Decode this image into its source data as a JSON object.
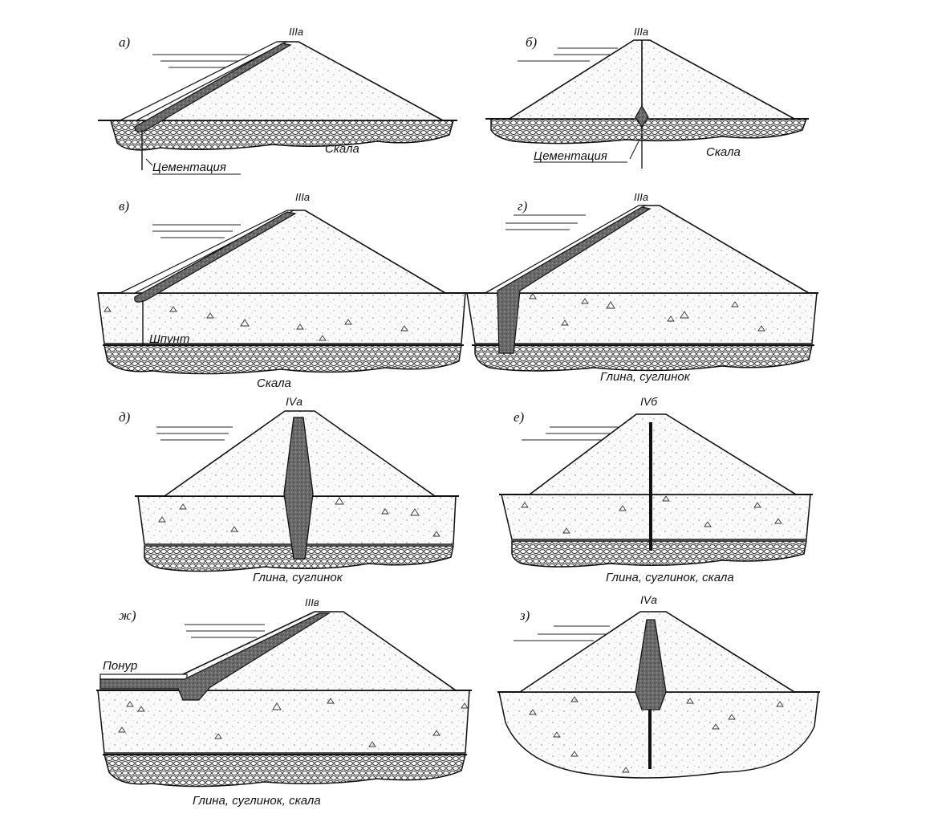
{
  "panels": {
    "a": {
      "letter": "а)",
      "type": "IIIа",
      "cementation": "Цементация",
      "base": "Скала"
    },
    "b": {
      "letter": "б)",
      "type": "IIIа",
      "cementation": "Цементация",
      "base": "Скала"
    },
    "v": {
      "letter": "в)",
      "type": "IIIа",
      "sheetpile": "Шпунт",
      "base": "Скала"
    },
    "g": {
      "letter": "г)",
      "type": "IIIа",
      "base": "Глина, суглинок"
    },
    "d": {
      "letter": "д)",
      "type": "IVа",
      "base": "Глина, суглинок"
    },
    "e": {
      "letter": "е)",
      "type": "IVб",
      "base": "Глина, суглинок, скала"
    },
    "zh": {
      "letter": "ж)",
      "type": "IIIв",
      "blanket": "Понур",
      "base": "Глина, суглинок, скала"
    },
    "z": {
      "letter": "з)",
      "type": "IVа"
    }
  }
}
